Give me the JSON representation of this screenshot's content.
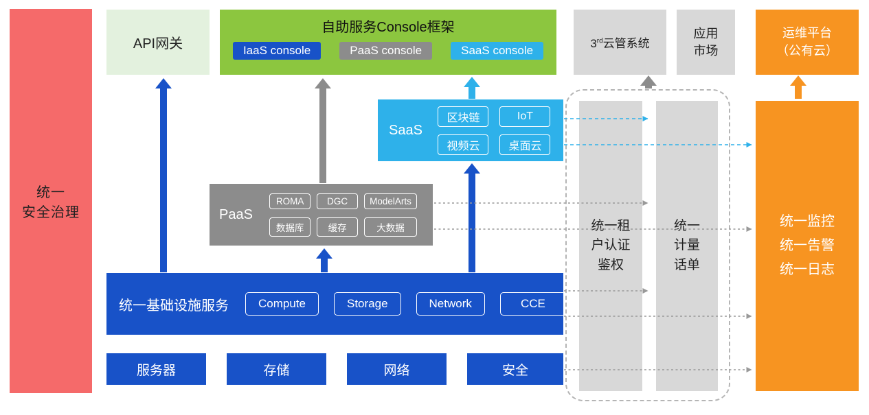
{
  "colors": {
    "red": "#F56A6A",
    "light-green": "#E3F1DE",
    "green": "#8CC63F",
    "blue": "#1852C8",
    "gray-chip": "#8C8C8C",
    "cyan": "#2EB1EA",
    "light-gray": "#D8D8D8",
    "orange": "#F79421",
    "line-gray": "#999999"
  },
  "security_bar": {
    "label": "统一\n安全治理"
  },
  "api_gateway": {
    "label": "API网关"
  },
  "console_framework": {
    "title": "自助服务Console框架",
    "consoles": [
      {
        "label": "IaaS console"
      },
      {
        "label": "PaaS console"
      },
      {
        "label": "SaaS console"
      }
    ]
  },
  "third_party_cloud": {
    "num": "3",
    "sup": "rd",
    "rest": "云管系统"
  },
  "app_market": {
    "label": "应用\n市场"
  },
  "ops_platform": {
    "label": "运维平台\n（公有云）"
  },
  "saas": {
    "label": "SaaS",
    "items": [
      "区块链",
      "IoT",
      "视频云",
      "桌面云"
    ]
  },
  "paas": {
    "label": "PaaS",
    "items": [
      "ROMA",
      "DGC",
      "ModelArts",
      "数据库",
      "缓存",
      "大数据"
    ]
  },
  "iaas": {
    "label": "统一基础设施服务",
    "items": [
      "Compute",
      "Storage",
      "Network",
      "CCE"
    ]
  },
  "infrastructure": {
    "items": [
      "服务器",
      "存储",
      "网络",
      "安全"
    ]
  },
  "auth_bar": {
    "label": "统一租\n户认证\n鉴权"
  },
  "metering_bar": {
    "label": "统一\n计量\n话单"
  },
  "monitoring_bar": {
    "label": "统一监控\n统一告警\n统一日志"
  }
}
